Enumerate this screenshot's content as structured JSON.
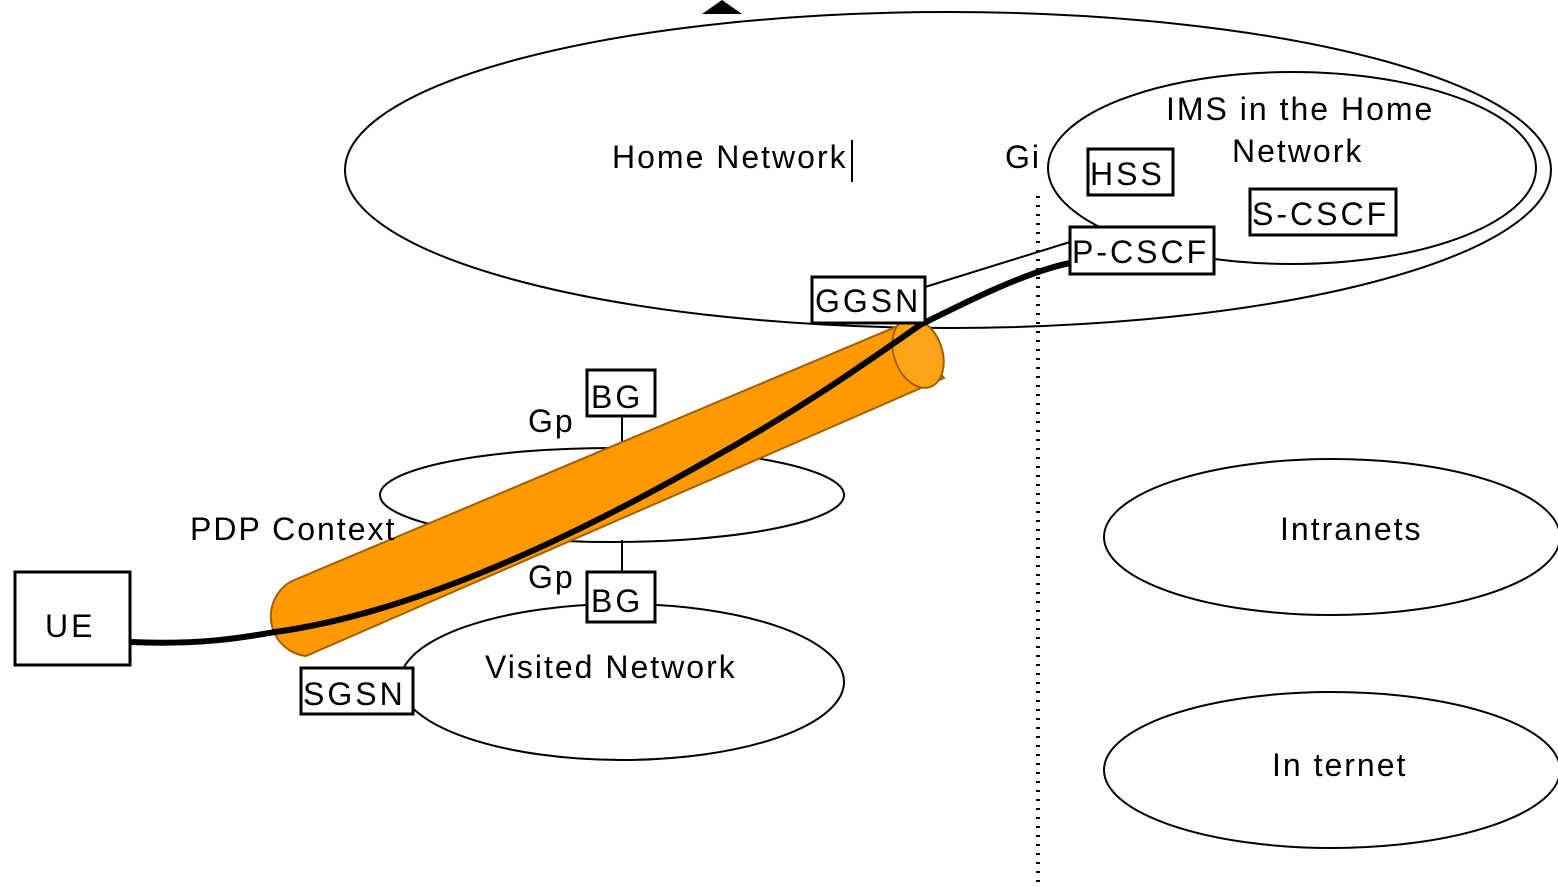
{
  "diagram": {
    "networks": {
      "home": "Home Network",
      "ims_line1": "IMS in the Home",
      "ims_line2": "Network",
      "visited": "Visited Network",
      "intranets": "Intranets",
      "internet": "In ternet"
    },
    "nodes": {
      "ue": "UE",
      "sgsn": "SGSN",
      "ggsn": "GGSN",
      "bg_top": "BG",
      "bg_bottom": "BG",
      "hss": "HSS",
      "s_cscf": "S-CSCF",
      "p_cscf": "P-CSCF"
    },
    "interfaces": {
      "gi": "Gi",
      "gp_top": "Gp",
      "gp_bottom": "Gp"
    },
    "pdp_context": "PDP Context",
    "colors": {
      "tunnel_fill": "#FF9900",
      "tunnel_stroke": "#A35E00",
      "line": "#000000",
      "background": "#FFFFFF"
    }
  }
}
